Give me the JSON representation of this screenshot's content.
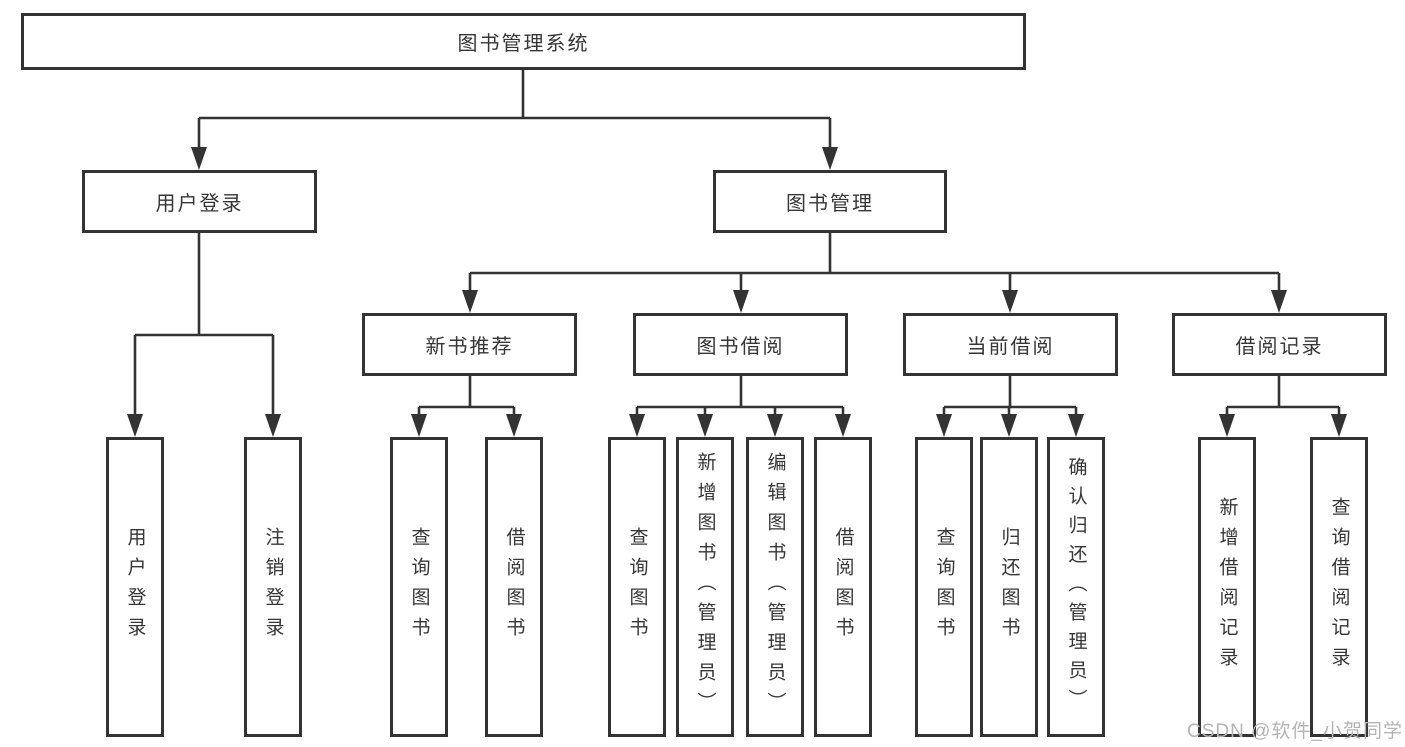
{
  "diagram": {
    "root": {
      "label": "图书管理系统"
    },
    "level2": [
      {
        "id": "user-login",
        "label": "用户登录"
      },
      {
        "id": "book-management",
        "label": "图书管理"
      }
    ],
    "level3": [
      {
        "id": "new-book-recommend",
        "label": "新书推荐",
        "parent": "图书管理"
      },
      {
        "id": "book-borrow",
        "label": "图书借阅",
        "parent": "图书管理"
      },
      {
        "id": "current-borrow",
        "label": "当前借阅",
        "parent": "图书管理"
      },
      {
        "id": "borrow-records",
        "label": "借阅记录",
        "parent": "图书管理"
      }
    ],
    "leaves": [
      {
        "id": "leaf-user-login",
        "label": "用户登录",
        "parent": "用户登录"
      },
      {
        "id": "leaf-logout",
        "label": "注销登录",
        "parent": "用户登录"
      },
      {
        "id": "leaf-query-books-1",
        "label": "查询图书",
        "parent": "新书推荐"
      },
      {
        "id": "leaf-borrow-books-1",
        "label": "借阅图书",
        "parent": "新书推荐"
      },
      {
        "id": "leaf-query-books-2",
        "label": "查询图书",
        "parent": "图书借阅"
      },
      {
        "id": "leaf-add-books-admin",
        "label": "新增图书（管理员）",
        "parent": "图书借阅"
      },
      {
        "id": "leaf-edit-books-admin",
        "label": "编辑图书（管理员）",
        "parent": "图书借阅"
      },
      {
        "id": "leaf-borrow-books-2",
        "label": "借阅图书",
        "parent": "图书借阅"
      },
      {
        "id": "leaf-query-books-3",
        "label": "查询图书",
        "parent": "当前借阅"
      },
      {
        "id": "leaf-return-books",
        "label": "归还图书",
        "parent": "当前借阅"
      },
      {
        "id": "leaf-confirm-return-admin",
        "label": "确认归还（管理员）",
        "parent": "当前借阅"
      },
      {
        "id": "leaf-add-borrow-record",
        "label": "新增借阅记录",
        "parent": "借阅记录"
      },
      {
        "id": "leaf-query-borrow-record",
        "label": "查询借阅记录",
        "parent": "借阅记录"
      }
    ],
    "watermark": {
      "text": "CSDN @软件_小贺同学",
      "color": "#b4b4b4"
    },
    "colors": {
      "line": "#333333",
      "box_border": "#333333",
      "text": "#363636",
      "background": "#ffffff"
    }
  }
}
